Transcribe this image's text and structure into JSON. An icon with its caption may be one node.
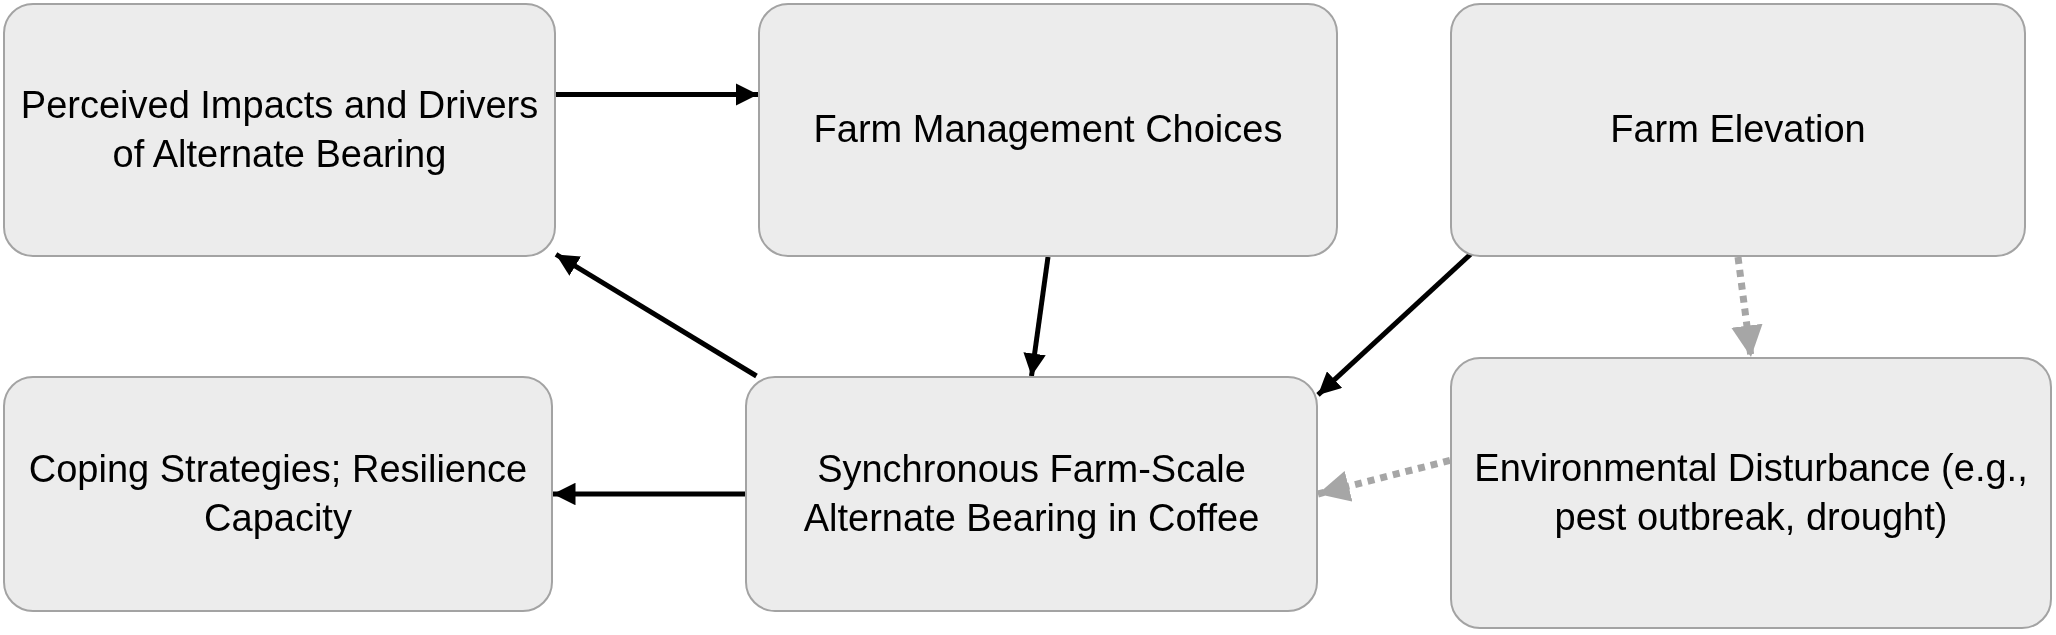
{
  "diagram": {
    "nodes": [
      {
        "text": [
          "Perceived Impacts and Drivers of Alternate Bearing"
        ]
      },
      {
        "text": [
          "Farm Management Choices"
        ]
      },
      {
        "text": [
          "Farm Elevation"
        ]
      },
      {
        "text": [
          "Coping Strategies; Resilience Capacity"
        ]
      },
      {
        "text": [
          "Synchronous Farm-Scale Alternate Bearing in Coffee"
        ]
      },
      {
        "text": [
          "Environmental Disturbance (e.g., pest outbreak, drought)"
        ]
      }
    ],
    "edges": [
      {
        "from": 0,
        "to": 1,
        "arrow": "to"
      },
      {
        "from": 1,
        "to": 4,
        "arrow": "to"
      },
      {
        "from": 4,
        "to": 0,
        "arrow": "to"
      },
      {
        "from": 2,
        "to": 4,
        "arrow": "to"
      },
      {
        "from": 4,
        "to": 3,
        "arrow": "to"
      },
      {
        "from": 2,
        "to": 5,
        "arrow": "to",
        "style": "dashed",
        "color": "#a6a6a6"
      },
      {
        "from": 5,
        "to": 4,
        "arrow": "to",
        "style": "dashed",
        "color": "#a6a6a6"
      }
    ]
  }
}
